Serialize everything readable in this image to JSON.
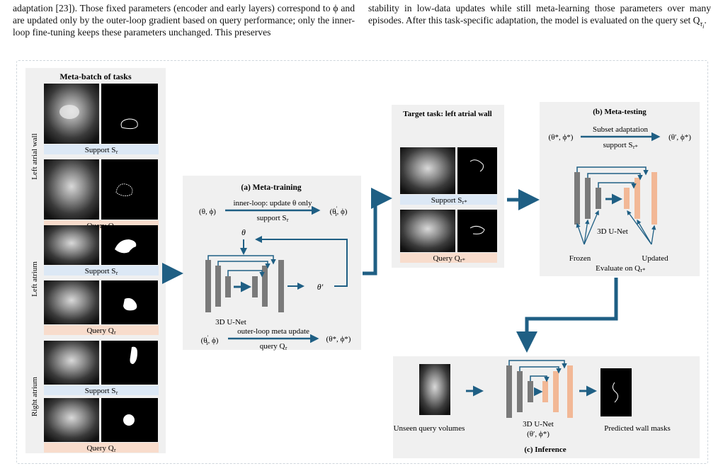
{
  "text": {
    "left_column": "adaptation [23]). Those fixed parameters (encoder and early layers) correspond to ϕ and are updated only by the outer-loop gradient based on query performance; only the inner-loop fine-tuning keeps these parameters unchanged. This preserves",
    "right_column": "stability in low-data updates while still meta-learning those parameters over many episodes. After this task-specific adaptation, the model is evaluated on the query set Q",
    "right_column_sub": "τ",
    "right_column_subsub": "i",
    "right_column_end": "."
  },
  "meta_batch": {
    "title": "Meta-batch of tasks",
    "groups": [
      {
        "label": "Left atrial wall",
        "support": "Support S",
        "query": "Query Q"
      },
      {
        "label": "Left atrium",
        "support": "Support S",
        "query": "Query Q"
      },
      {
        "label": "Right atrium",
        "support": "Support S",
        "query": "Query Q"
      }
    ],
    "sub": "τ"
  },
  "meta_training": {
    "title": "(a) Meta-training",
    "inner_left": "(θ, ϕ)",
    "inner_top": "inner-loop: update θ only",
    "inner_bottom_pre": "support S",
    "inner_bottom_sub": "τ",
    "inner_right_pre": "(θ",
    "inner_right_sup": "′",
    "inner_right_sub": "i",
    "inner_right_post": ", ϕ)",
    "theta": "θ",
    "theta_prime": "θ′",
    "unet": "3D U-Net",
    "outer_left_pre": "(θ",
    "outer_left_sup": "′",
    "outer_left_sub": "i",
    "outer_left_post": ", ϕ)",
    "outer_top": "outer-loop meta update",
    "outer_bottom_pre": "query Q",
    "outer_bottom_sub": "τ",
    "outer_right": "(θ*, ϕ*)"
  },
  "target_task": {
    "title": "Target task: left atrial wall",
    "support": "Support S",
    "query": "Query Q",
    "sub": "τ*"
  },
  "meta_testing": {
    "title": "(b) Meta-testing",
    "left": "(θ*, ϕ*)",
    "top": "Subset adaptation",
    "bottom_pre": "support S",
    "bottom_sub": "τ*",
    "right": "(θ′, ϕ*)",
    "unet": "3D U-Net",
    "frozen": "Frozen",
    "updated": "Updated",
    "evaluate_pre": "Evaluate on Q",
    "evaluate_sub": "τ*"
  },
  "inference": {
    "input": "Unseen query volumes",
    "unet": "3D U-Net",
    "params": "(θ′, ϕ*)",
    "output": "Predicted wall masks",
    "title": "(c) Inference"
  },
  "colors": {
    "arrow": "#1f5f84",
    "support_band": "#dce8f5",
    "query_band": "#f8dccc",
    "panel": "#f0f0f0",
    "gray_block": "#7a7a7a",
    "peach_block": "#f2b896"
  }
}
